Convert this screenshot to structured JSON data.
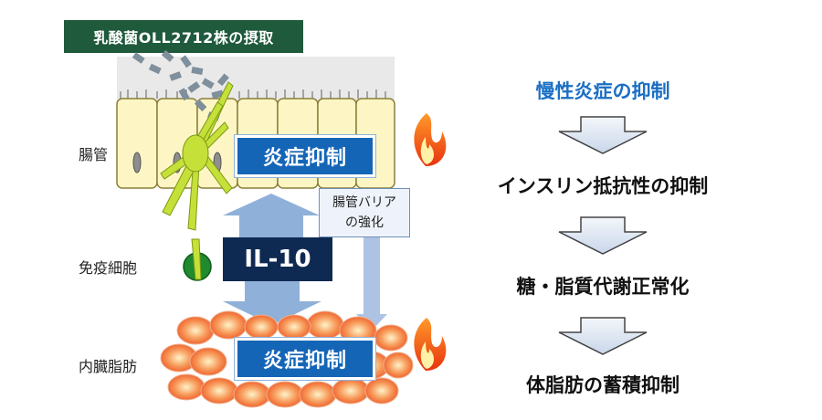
{
  "intake_banner": "乳酸菌OLL2712株の摂取",
  "labels": {
    "intestine": "腸管",
    "immune_cells": "免疫細胞",
    "visceral_fat": "内臓脂肪"
  },
  "inflammation_suppression_top": "炎症抑制",
  "inflammation_suppression_bottom": "炎症抑制",
  "cytokine": "IL-10",
  "barrier_box": {
    "line1": "腸管バリア",
    "line2": "の強化"
  },
  "flow": {
    "title": "慢性炎症の抑制",
    "step1": "インスリン抵抗性の抑制",
    "step2": "糖・脂質代謝正常化",
    "step3": "体脂肪の蓄積抑制"
  },
  "colors": {
    "banner_bg": "#1f5a3c",
    "box_blue": "#1565b7",
    "il10_bg": "#0f2a52",
    "title_blue": "#1a6fc4",
    "arrow_blue": "#8fb0d9",
    "cell_yellow": "#fdf6c4",
    "bacteria_gray": "#7f8f9b",
    "fat_orange": "#f2713a"
  },
  "icons": [
    "flame-icon",
    "down-arrow-icon",
    "up-arrow-icon"
  ]
}
